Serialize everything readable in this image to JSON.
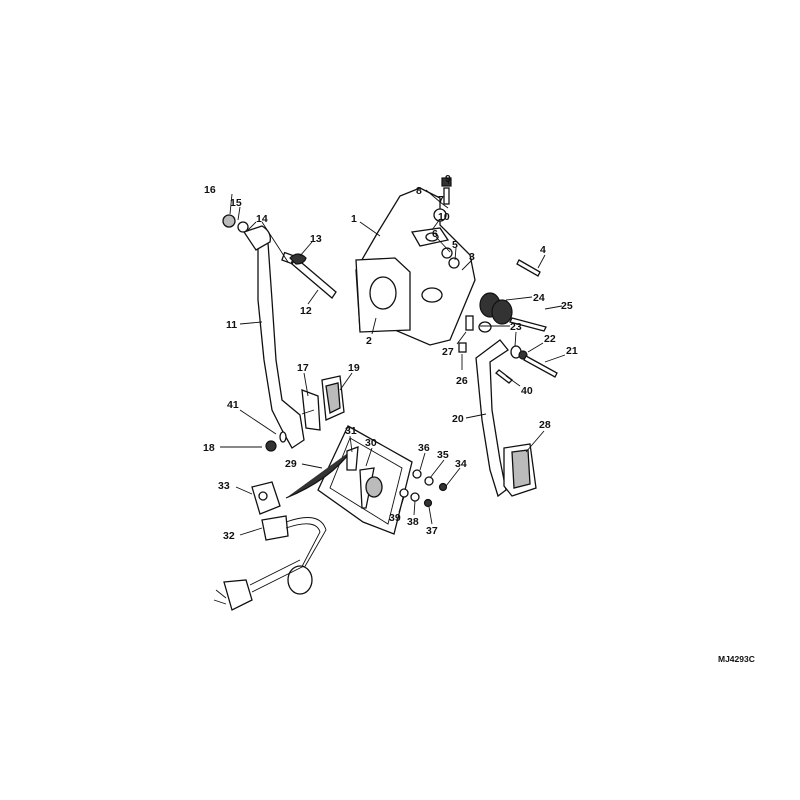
{
  "diagram": {
    "reference_code": "MJ4293C",
    "callouts": {
      "c1": "1",
      "c2": "2",
      "c3": "3",
      "c4": "4",
      "c5": "5",
      "c6": "6",
      "c7": "7",
      "c8": "8",
      "c9": "9",
      "c10": "10",
      "c11": "11",
      "c12": "12",
      "c13": "13",
      "c14": "14",
      "c15": "15",
      "c16": "16",
      "c17": "17",
      "c18": "18",
      "c19": "19",
      "c20": "20",
      "c21": "21",
      "c22": "22",
      "c23": "23",
      "c24": "24",
      "c25": "25",
      "c26": "26",
      "c27": "27",
      "c28": "28",
      "c29": "29",
      "c30": "30",
      "c31": "31",
      "c32": "32",
      "c33": "33",
      "c34": "34",
      "c35": "35",
      "c36": "36",
      "c37": "37",
      "c38": "38",
      "c39": "39",
      "c40": "40",
      "c41": "41"
    }
  }
}
